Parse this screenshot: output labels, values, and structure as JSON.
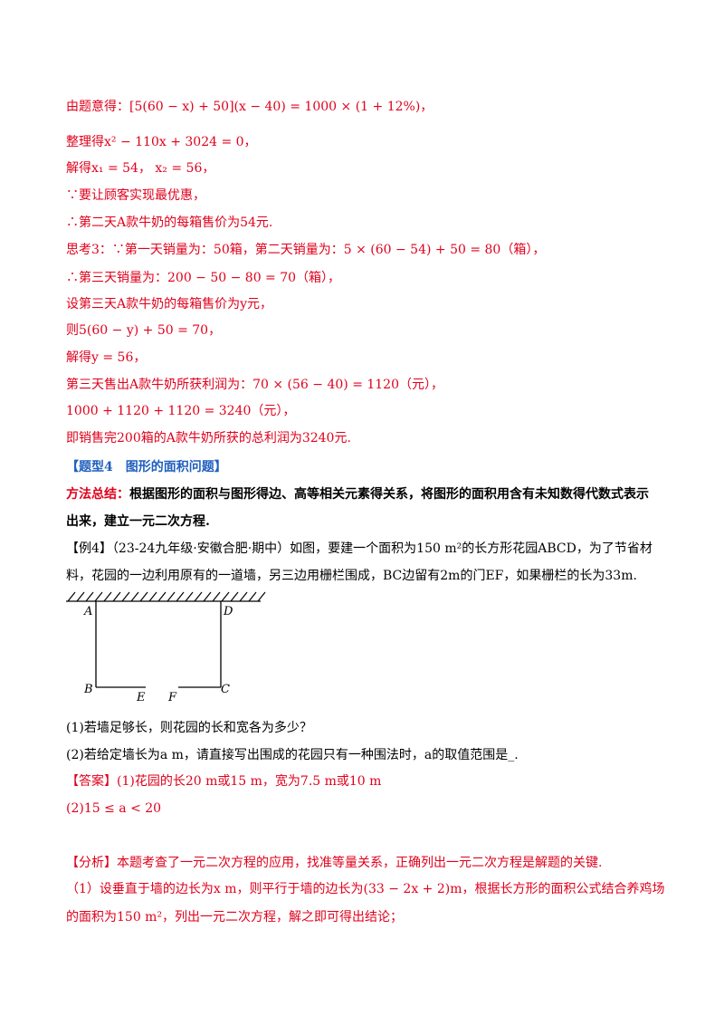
{
  "lines": [
    {
      "text": "由题意得：[5(60 − x) + 50](x − 40) = 1000 × (1 + 12%)，",
      "style": "red"
    },
    {
      "text": "整理得x² − 110x + 3024 = 0，",
      "style": "red"
    },
    {
      "text": "解得x₁ = 54， x₂ = 56，",
      "style": "red"
    },
    {
      "text": "∵要让顾客实现最优惠，",
      "style": "red"
    },
    {
      "text": "∴第二天A款牛奶的每箱售价为54元.",
      "style": "red"
    },
    {
      "text": "思考3：∵第一天销量为：50箱，第二天销量为：5 × (60 − 54) + 50 = 80（箱），",
      "style": "red"
    },
    {
      "text": "∴第三天销量为：200 − 50 − 80 = 70（箱），",
      "style": "red"
    },
    {
      "text": "设第三天A款牛奶的每箱售价为y元，",
      "style": "red"
    },
    {
      "text": "则5(60 − y) + 50 = 70，",
      "style": "red"
    },
    {
      "text": "解得y = 56，",
      "style": "red"
    },
    {
      "text": "第三天售出A款牛奶所获利润为：70 × (56 − 40) = 1120（元），",
      "style": "red"
    },
    {
      "text": "1000 + 1120 + 1120 = 3240（元），",
      "style": "red"
    },
    {
      "text": "即销售完200箱的A款牛奶所获的总利润为3240元.",
      "style": "red"
    },
    {
      "text": "【题型4　图形的面积问题】",
      "style": "blue"
    },
    {
      "text": "方法总结：根据图形的面积与图形得边、高等相关元素得关系，将图形的面积用含有未知数得代数式表示",
      "style": "method"
    },
    {
      "text": "出来，建立一元二次方程.",
      "style": "bold"
    },
    {
      "text": "【例4】（23-24九年级·安徽合肥·期中）如图，要建一个面积为150 m²的长方形花园ABCD，为了节省材",
      "style": "normal"
    },
    {
      "text": "料，花园的一边利用原有的一道墙，另三边用栅栏围成，BC边留有2m的门EF，如果栅栏的长为33m.",
      "style": "normal"
    },
    {
      "text": "(1)若墙足够长，则花园的长和宽各为多少？",
      "style": "normal"
    },
    {
      "text": "(2)若给定墙长为a m，请直接写出围成的花园只有一种围法时，a的取值范围是_.",
      "style": "normal"
    },
    {
      "text": "【答案】(1)花园的长20 m或15 m，宽为7.5 m或10 m",
      "style": "red"
    },
    {
      "text": "(2)15 ≤ a < 20",
      "style": "red"
    },
    {
      "text": "【分析】本题考查了一元二次方程的应用，找准等量关系，正确列出一元二次方程是解题的关键.",
      "style": "red"
    },
    {
      "text": "（1）设垂直于墙的边长为x m，则平行于墙的边长为(33 − 2x + 2)m，根据长方形的面积公式结合养鸡场",
      "style": "red"
    },
    {
      "text": "的面积为150 m²，列出一元二次方程，解之即可得出结论；",
      "style": "red"
    }
  ],
  "figure": {
    "labels": {
      "A": "A",
      "B": "B",
      "C": "C",
      "D": "D",
      "E": "E",
      "F": "F"
    }
  }
}
